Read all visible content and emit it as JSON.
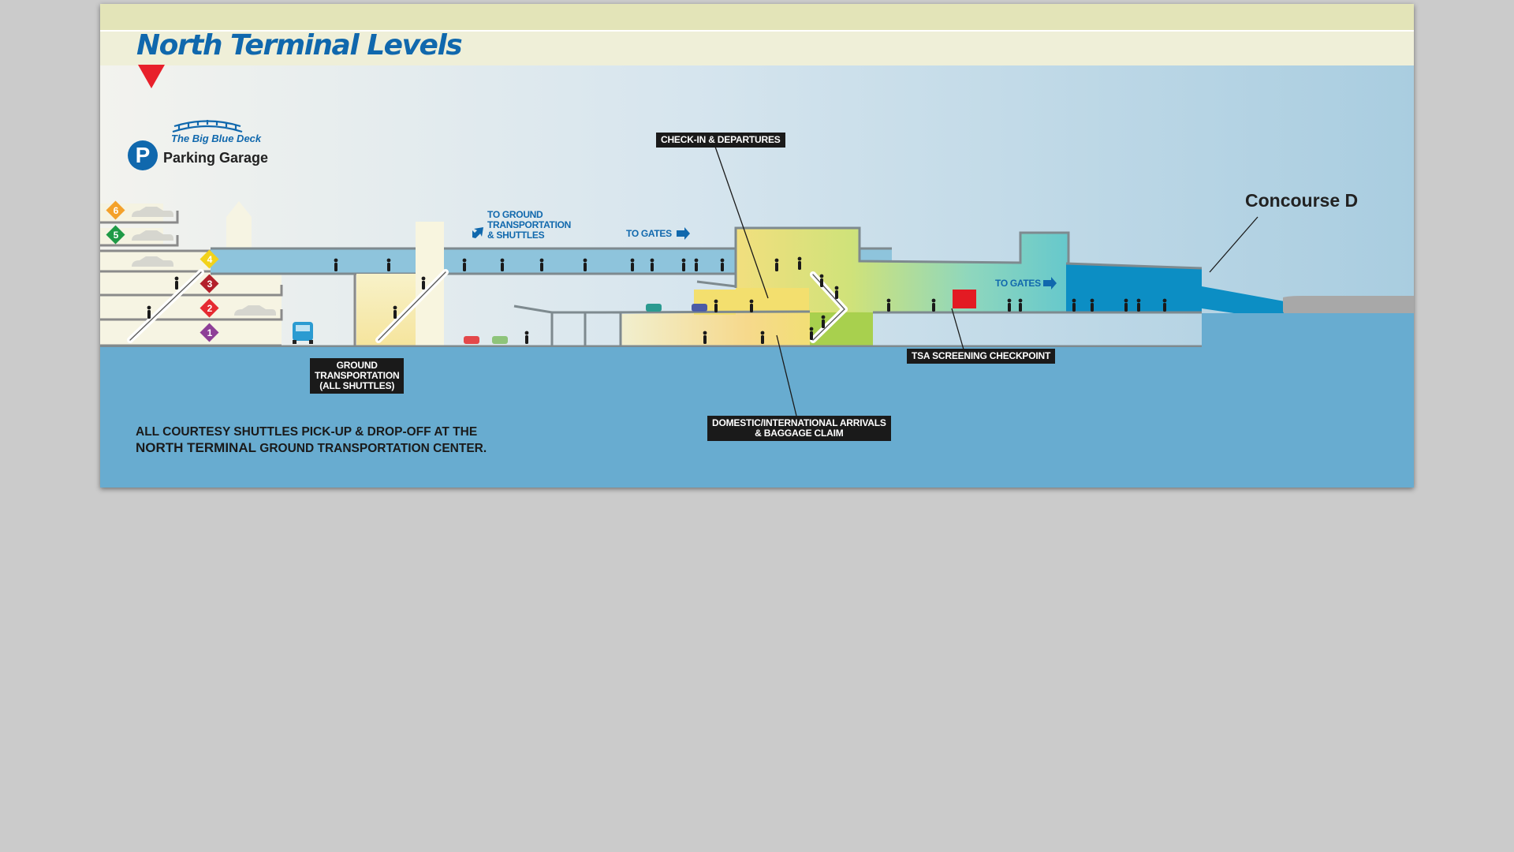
{
  "title": "North Terminal Levels",
  "parking": {
    "icon": "P",
    "deck_name": "The Big Blue Deck",
    "garage_name": "Parking Garage"
  },
  "levels": [
    {
      "num": "6",
      "color": "#f4a12a"
    },
    {
      "num": "5",
      "color": "#1f9a46"
    },
    {
      "num": "4",
      "color": "#f2d21a"
    },
    {
      "num": "3",
      "color": "#b3202b"
    },
    {
      "num": "2",
      "color": "#e52a31"
    },
    {
      "num": "1",
      "color": "#8e3f97"
    }
  ],
  "labels": {
    "check_in": "CHECK-IN & DEPARTURES",
    "ground_transport": "GROUND\nTRANSPORTATION\n(ALL SHUTTLES)",
    "tsa": "TSA SCREENING CHECKPOINT",
    "arrivals": "DOMESTIC/INTERNATIONAL ARRIVALS\n& BAGGAGE CLAIM",
    "to_ground": "TO GROUND\nTRANSPORTATION\n& SHUTTLES",
    "to_gates_1": "TO GATES",
    "to_gates_2": "TO GATES",
    "concourse": "Concourse D"
  },
  "courtesy": {
    "line1": "ALL COURTESY SHUTTLES PICK-UP & DROP-OFF AT THE",
    "line2_bold": "NORTH TERMINAL",
    "line2_rest": " GROUND TRANSPORTATION CENTER."
  },
  "colors": {
    "brand_blue": "#1068ad",
    "ground": "#68acd0",
    "concourse": "#0c8ec4",
    "tsa": "#e31b23",
    "arrivals_yellow": "#f3e27c",
    "departures_green": "#a8d04e"
  }
}
